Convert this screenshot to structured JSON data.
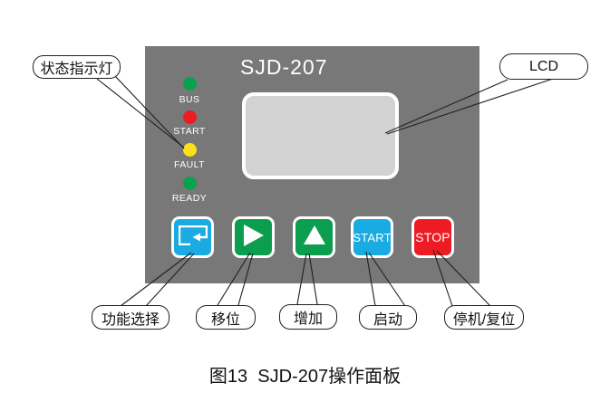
{
  "figure": {
    "caption": "图13  SJD-207操作面板"
  },
  "panel": {
    "title": "SJD-207",
    "bg_color": "#787878",
    "leds": [
      {
        "label": "BUS",
        "color": "#0aa14e"
      },
      {
        "label": "START",
        "color": "#ed1c24"
      },
      {
        "label": "FAULT",
        "color": "#ffdf1a"
      },
      {
        "label": "READY",
        "color": "#0aa14e"
      }
    ],
    "lcd": {
      "screen_color": "#d2d2d2"
    },
    "buttons": [
      {
        "name": "function-select",
        "icon": "loop-return-icon",
        "color": "#1aabe3"
      },
      {
        "name": "shift",
        "icon": "play-right-icon",
        "color": "#0a9e4e"
      },
      {
        "name": "increase",
        "icon": "triangle-up-icon",
        "color": "#0a9e4e"
      },
      {
        "name": "start",
        "label": "START",
        "color": "#1aabe3"
      },
      {
        "name": "stop",
        "label": "STOP",
        "color": "#ed1c24"
      }
    ]
  },
  "callouts": {
    "status_leds": "状态指示灯",
    "lcd": "LCD",
    "function_select": "功能选择",
    "shift": "移位",
    "increase": "增加",
    "start": "启动",
    "stop": "停机/复位"
  }
}
